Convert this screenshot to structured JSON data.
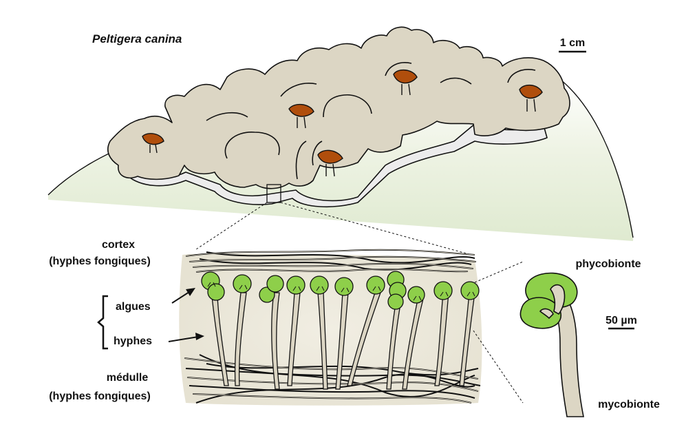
{
  "species_title": "Peltigera canina",
  "scale_top": "1 cm",
  "scale_bottom": "50 µm",
  "labels": {
    "cortex": "cortex",
    "cortex_sub": "(hyphes fongiques)",
    "algues": "algues",
    "hyphes": "hyphes",
    "medulle": "médulle",
    "medulle_sub": "(hyphes fongiques)",
    "phycobionte": "phycobionte",
    "mycobionte": "mycobionte"
  },
  "colors": {
    "thallus": "#dcd6c4",
    "thallus_underside": "#ededed",
    "ground": "#e7efd9",
    "apothecia": "#b04e0c",
    "algae": "#8ecf4a",
    "section_bg": "#ece9dc",
    "hypha_fill": "#dcd6c4"
  }
}
